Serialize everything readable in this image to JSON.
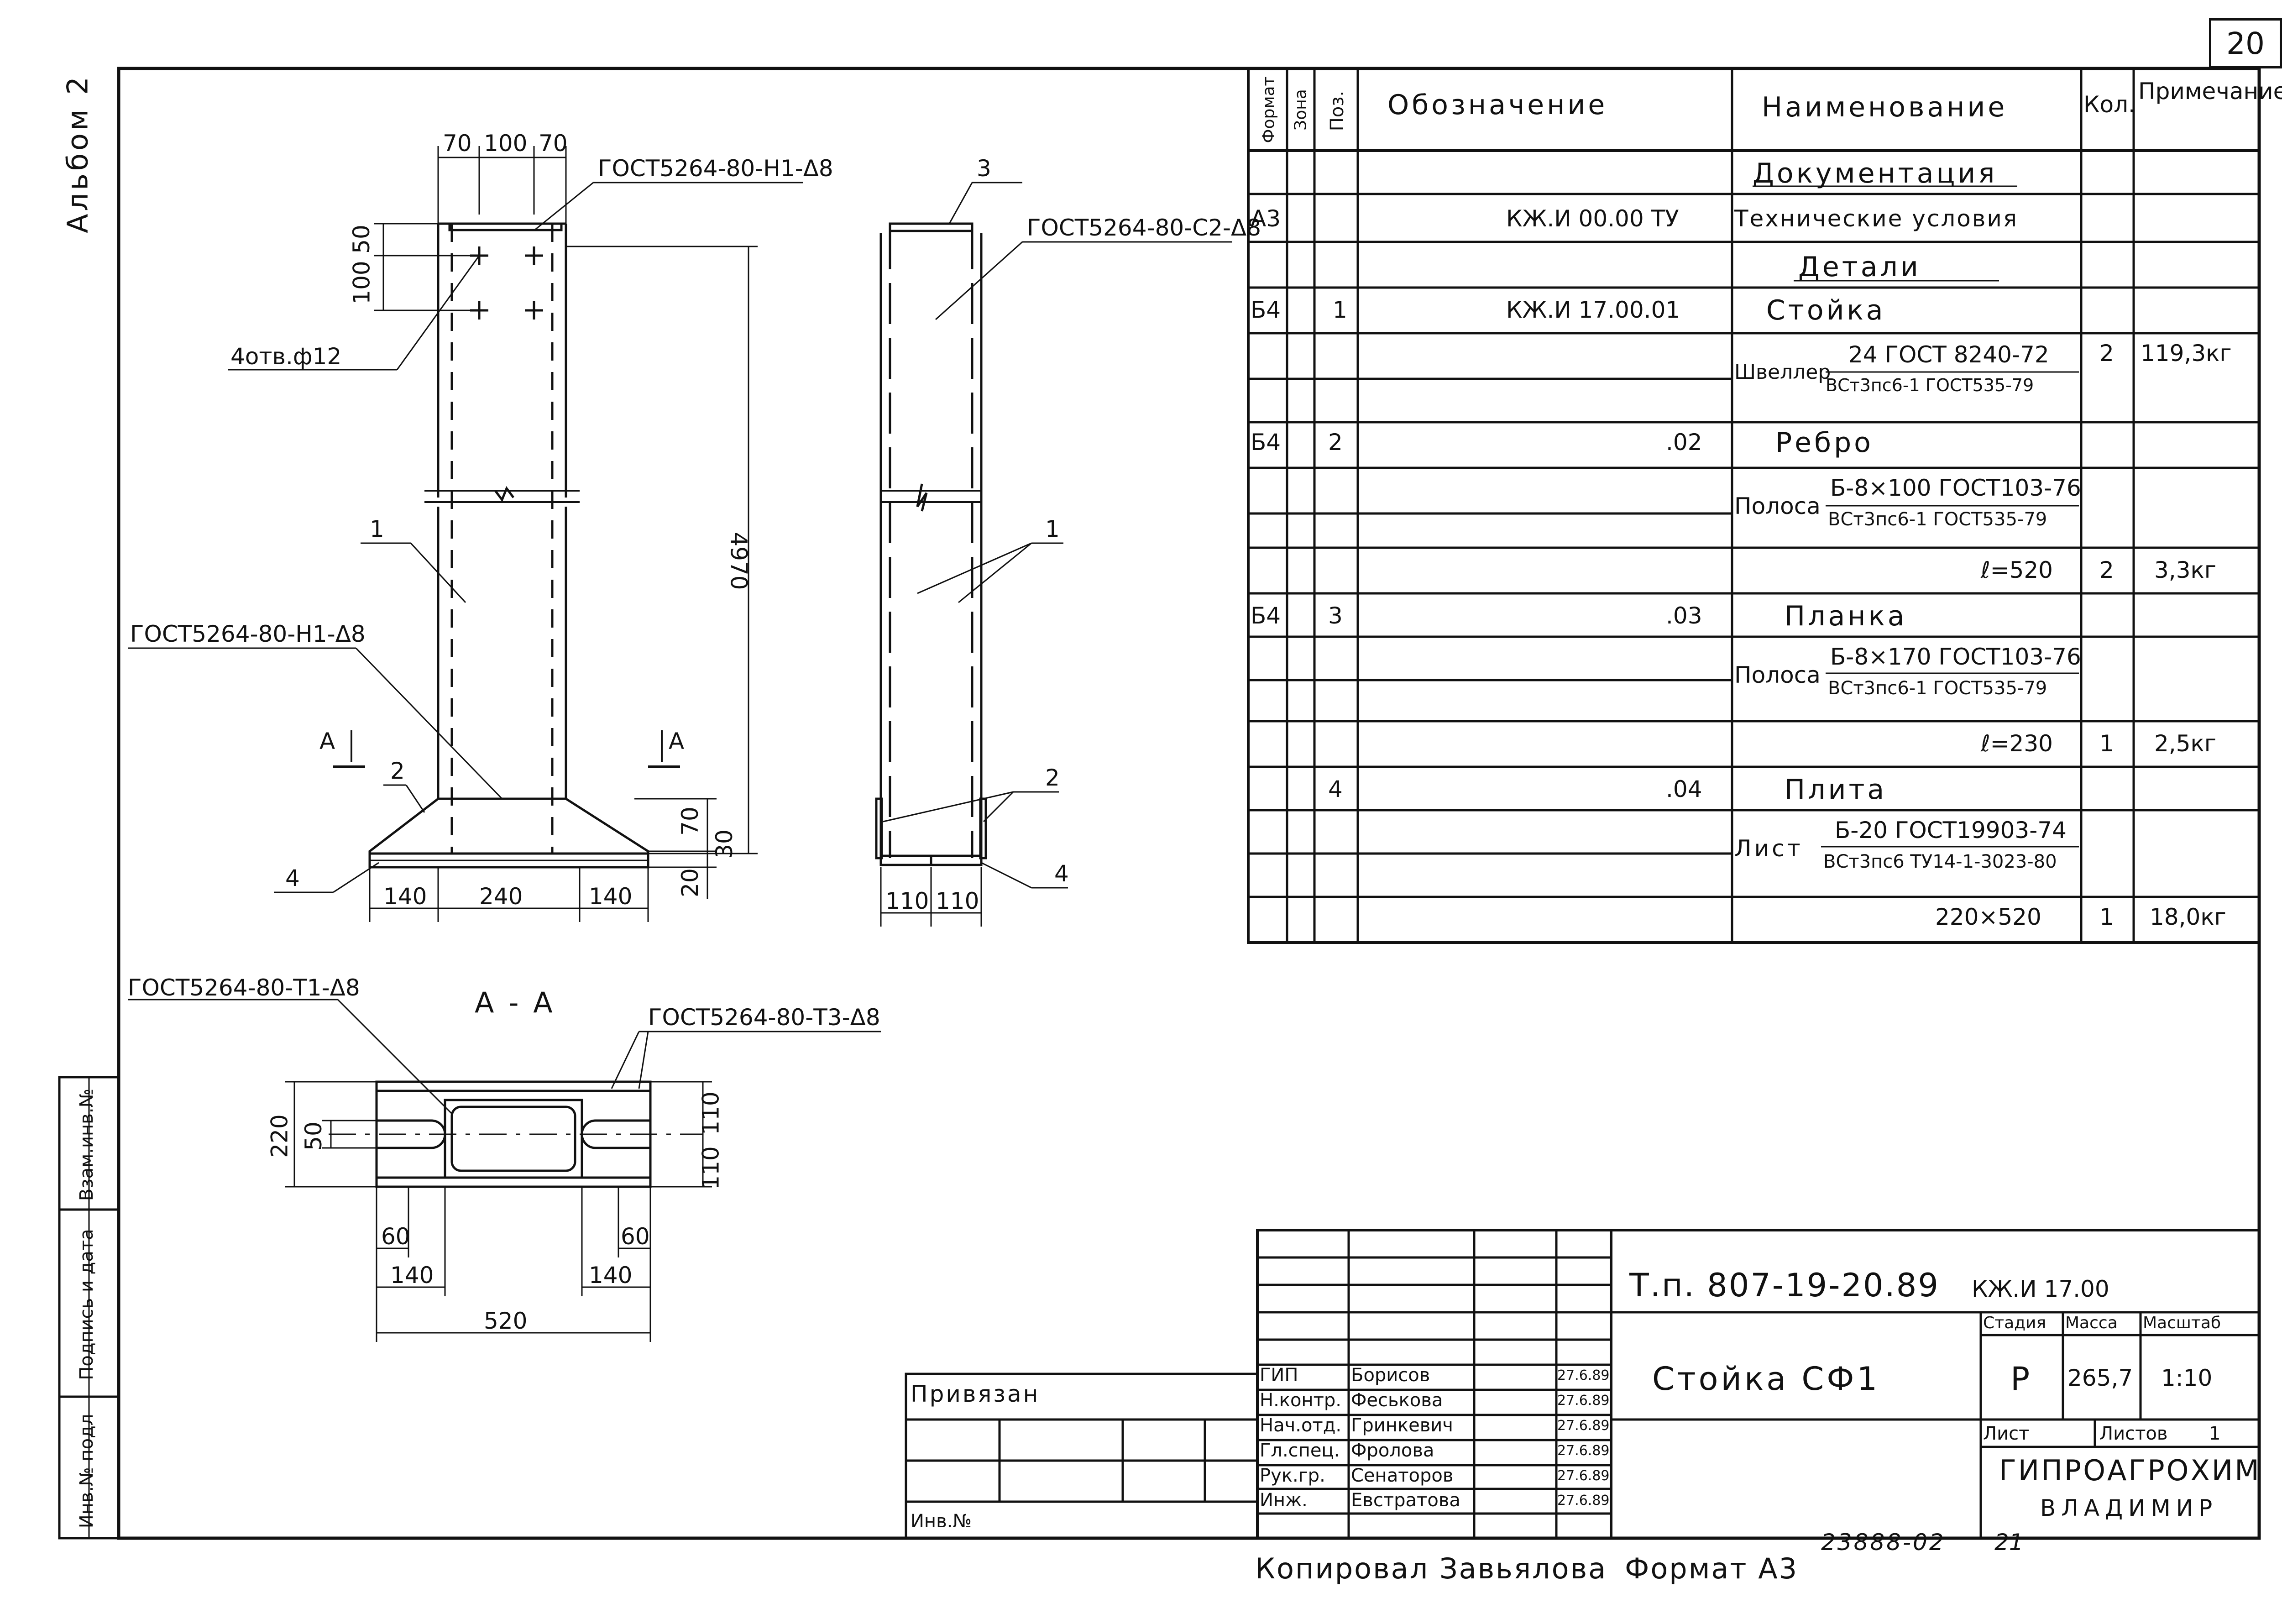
{
  "sheet_number": "20",
  "album_label": "Альбом 2",
  "left_strip": [
    "Инв.№ подл",
    "Подпись и дата",
    "Взам.инв.№"
  ],
  "elevation": {
    "gost_top": "ГОСТ5264-80-Н1-Δ8",
    "gost_side": "ГОСТ5264-80-С2-Δ8",
    "gost_base": "ГОСТ5264-80-Н1-Δ8",
    "holes": "4отв.ф12",
    "height": "4970",
    "top_dims": [
      "70",
      "100",
      "70"
    ],
    "left_dims": [
      "50",
      "100"
    ],
    "bottom_dims": [
      "140",
      "240",
      "140"
    ],
    "right_dims": [
      "70",
      "30",
      "20"
    ],
    "side_dims": [
      "110",
      "110"
    ],
    "pos_labels": [
      "1",
      "2",
      "3",
      "4",
      "1",
      "2",
      "4"
    ],
    "section_mark": "А"
  },
  "section": {
    "title": "А - А",
    "gost_left": "ГОСТ5264-80-Т1-Δ8",
    "gost_right": "ГОСТ5264-80-Т3-Δ8",
    "dim_height": "220",
    "dim_slot": "50",
    "dim_right": [
      "110",
      "110"
    ],
    "dim_60": [
      "60",
      "60"
    ],
    "dim_140": [
      "140",
      "140"
    ],
    "dim_width": "520"
  },
  "spec": {
    "headers": {
      "format": "Формат",
      "zone": "Зона",
      "pos": "Поз.",
      "designation": "Обозначение",
      "name": "Наименование",
      "qty": "Кол.",
      "note": "Примечание"
    },
    "rows": [
      {
        "format": "",
        "pos": "",
        "designation": "",
        "name": "Документация",
        "qty": "",
        "note": "",
        "heading": true
      },
      {
        "format": "А3",
        "pos": "",
        "designation": "КЖ.И 00.00 ТУ",
        "name": "Технические условия",
        "qty": "",
        "note": ""
      },
      {
        "format": "",
        "pos": "",
        "designation": "",
        "name": "Детали",
        "qty": "",
        "note": "",
        "heading": true
      },
      {
        "format": "Б4",
        "pos": "1",
        "designation": "КЖ.И 17.00.01",
        "name": "Стойка",
        "qty": "",
        "note": ""
      },
      {
        "format": "",
        "pos": "",
        "designation": "",
        "name": "Швеллер",
        "frac_top": "24 ГОСТ 8240-72",
        "frac_bot": "ВСт3пс6-1 ГОСТ535-79",
        "qty": "2",
        "note": "119,3кг"
      },
      {
        "format": "Б4",
        "pos": "2",
        "designation": ".02",
        "name": "Ребро",
        "qty": "",
        "note": ""
      },
      {
        "format": "",
        "pos": "",
        "designation": "",
        "name": "Полоса",
        "frac_top": "Б-8×100 ГОСТ103-76",
        "frac_bot": "ВСт3пс6-1 ГОСТ535-79",
        "qty": "",
        "note": ""
      },
      {
        "format": "",
        "pos": "",
        "designation": "",
        "name": "ℓ=520",
        "qty": "2",
        "note": "3,3кг",
        "right": true
      },
      {
        "format": "Б4",
        "pos": "3",
        "designation": ".03",
        "name": "Планка",
        "qty": "",
        "note": ""
      },
      {
        "format": "",
        "pos": "",
        "designation": "",
        "name": "Полоса",
        "frac_top": "Б-8×170 ГОСТ103-76",
        "frac_bot": "ВСт3пс6-1 ГОСТ535-79",
        "qty": "",
        "note": ""
      },
      {
        "format": "",
        "pos": "",
        "designation": "",
        "name": "ℓ=230",
        "qty": "1",
        "note": "2,5кг",
        "right": true
      },
      {
        "format": "",
        "pos": "4",
        "designation": ".04",
        "name": "Плита",
        "qty": "",
        "note": ""
      },
      {
        "format": "",
        "pos": "",
        "designation": "",
        "name": "Лист",
        "frac_top": "Б-20 ГОСТ19903-74",
        "frac_bot": "ВСт3пс6 ТУ14-1-3023-80",
        "qty": "",
        "note": ""
      },
      {
        "format": "",
        "pos": "",
        "designation": "",
        "name": "220×520",
        "qty": "1",
        "note": "18,0кг",
        "right": true
      }
    ]
  },
  "title_block": {
    "privyazan": "Привязан",
    "inv_no": "Инв.№",
    "project": "Т.п. 807-19-20.89",
    "code": "КЖ.И 17.00",
    "object_name": "Стойка СФ1",
    "stage_label": "Стадия",
    "mass_label": "Масса",
    "scale_label": "Масштаб",
    "stage": "Р",
    "mass": "265,7",
    "scale": "1:10",
    "sheet_label": "Лист",
    "sheets_label": "Листов",
    "sheets": "1",
    "org_name": "ГИПРОАГРОХИМ",
    "org_city": "ВЛАДИМИР",
    "people": [
      {
        "role": "ГИП",
        "name": "Борисов",
        "date": "27.6.89"
      },
      {
        "role": "Н.контр.",
        "name": "Феськова",
        "date": "27.6.89"
      },
      {
        "role": "Нач.отд.",
        "name": "Гринкевич",
        "date": "27.6.89"
      },
      {
        "role": "Гл.спец.",
        "name": "Фролова",
        "date": "27.6.89"
      },
      {
        "role": "Рук.гр.",
        "name": "Сенаторов",
        "date": "27.6.89"
      },
      {
        "role": "Инж.",
        "name": "Евстратова",
        "date": "27.6.89"
      }
    ]
  },
  "footer": {
    "copied": "Копировал Завьялова",
    "format": "Формат А3",
    "number": "23888-02",
    "page": "21"
  }
}
